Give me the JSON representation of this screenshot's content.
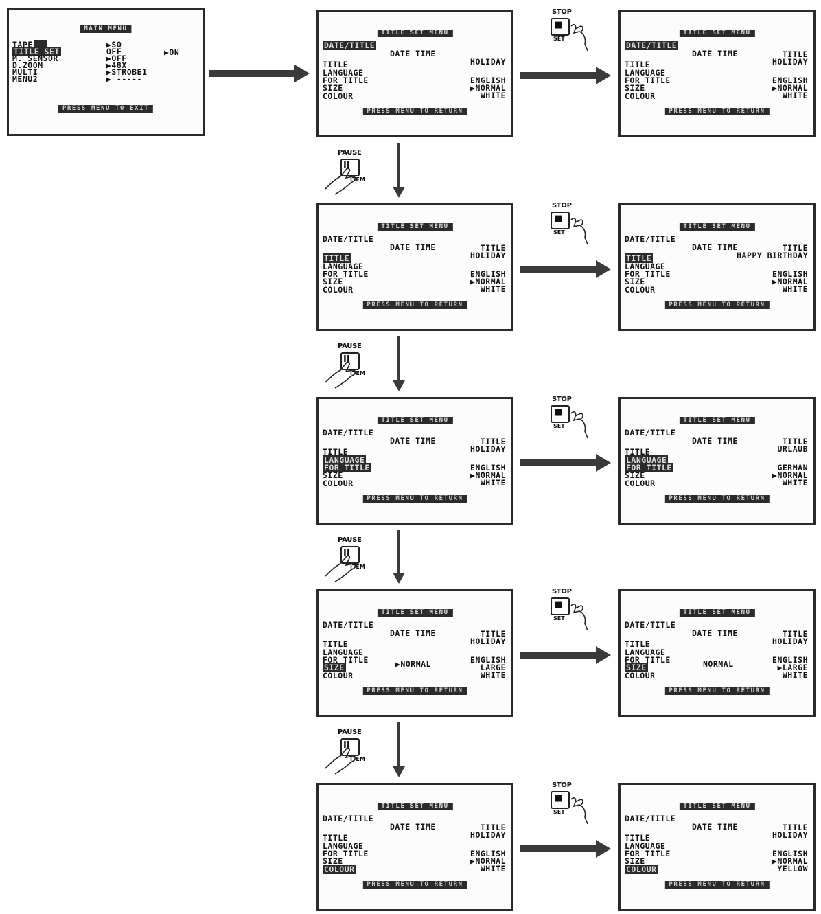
{
  "main_menu": {
    "title": "MAIN MENU",
    "items": [
      "TAPE",
      "TITLE SET",
      "M. SENSOR",
      "D.ZOOM",
      "MULTI",
      "MENU2"
    ],
    "values": [
      "▶SO",
      "OFF",
      "▶OFF",
      "▶48X",
      "▶STROBE1",
      "▶ -----"
    ],
    "extra": "▶ON",
    "footer": "PRESS MENU TO EXIT"
  },
  "title_menu": {
    "title": "TITLE SET MENU",
    "items": [
      "DATE/TITLE",
      "TITLE",
      "LANGUAGE",
      "FOR TITLE",
      "SIZE",
      "COLOUR"
    ],
    "date_time": "DATE TIME",
    "title_col": "TITLE",
    "footer": "PRESS MENU TO RETURN"
  },
  "buttons": {
    "pause": "PAUSE",
    "pause_sub": "ITEM",
    "pause_symbol": "II",
    "stop": "STOP",
    "stop_sub": "SET",
    "stop_symbol": "■"
  },
  "rows": [
    {
      "left": {
        "hl": 0,
        "r1": "HOLIDAY",
        "r2": "ENGLISH",
        "r3": "▶NORMAL",
        "r4": "WHITE",
        "mid": "",
        "show_title_col": false
      },
      "right": {
        "hl": 0,
        "r1": "HOLIDAY",
        "r2": "ENGLISH",
        "r3": "▶NORMAL",
        "r4": "WHITE",
        "mid": "",
        "show_title_col": true
      }
    },
    {
      "left": {
        "hl": 1,
        "r1": "HOLIDAY",
        "r2": "ENGLISH",
        "r3": "▶NORMAL",
        "r4": "WHITE",
        "mid": "",
        "show_title_col": true
      },
      "right": {
        "hl": 1,
        "r1": "HAPPY BIRTHDAY",
        "r2": "ENGLISH",
        "r3": "▶NORMAL",
        "r4": "WHITE",
        "mid": "",
        "show_title_col": true
      }
    },
    {
      "left": {
        "hl": 2,
        "r1": "HOLIDAY",
        "r2": "ENGLISH",
        "r3": "▶NORMAL",
        "r4": "WHITE",
        "mid": "",
        "show_title_col": true
      },
      "right": {
        "hl": 2,
        "r1": "URLAUB",
        "r2": "GERMAN",
        "r3": "▶NORMAL",
        "r4": "WHITE",
        "mid": "",
        "show_title_col": true
      }
    },
    {
      "left": {
        "hl": 4,
        "r1": "HOLIDAY",
        "r2": "ENGLISH",
        "r3": "LARGE",
        "r4": "WHITE",
        "mid": "▶NORMAL",
        "show_title_col": true
      },
      "right": {
        "hl": 4,
        "r1": "HOLIDAY",
        "r2": "ENGLISH",
        "r3": "▶LARGE",
        "r4": "WHITE",
        "mid": "NORMAL",
        "show_title_col": true
      }
    },
    {
      "left": {
        "hl": 5,
        "r1": "HOLIDAY",
        "r2": "ENGLISH",
        "r3": "▶NORMAL",
        "r4": "WHITE",
        "mid": "",
        "show_title_col": true
      },
      "right": {
        "hl": 5,
        "r1": "HOLIDAY",
        "r2": "ENGLISH",
        "r3": "▶NORMAL",
        "r4": "YELLOW",
        "mid": "",
        "show_title_col": true
      }
    }
  ]
}
